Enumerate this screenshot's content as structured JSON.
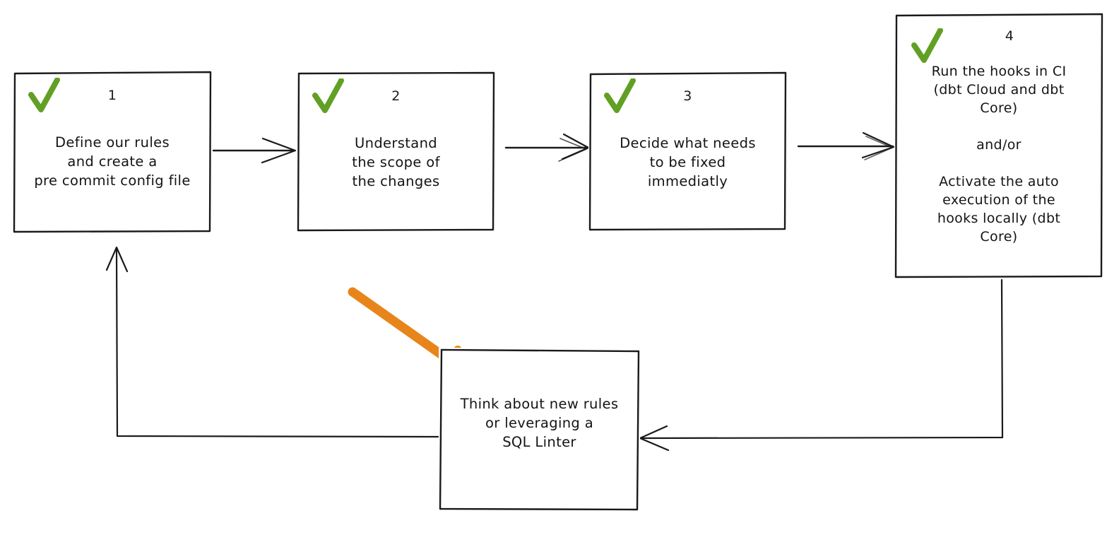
{
  "diagram": {
    "title": "pre-commit hooks adoption workflow",
    "style": "hand-drawn whiteboard flowchart",
    "background_color": "#ffffff",
    "stroke_color": "#1a1a1a",
    "check_color": "#61A024",
    "highlight_color": "#E8851A"
  },
  "nodes": [
    {
      "id": "node-1",
      "step": "1",
      "check": "check-mark",
      "text": "Define our rules\nand create a\npre commit config file"
    },
    {
      "id": "node-2",
      "step": "2",
      "check": "check-mark",
      "text": "Understand\nthe scope of\nthe changes"
    },
    {
      "id": "node-3",
      "step": "3",
      "check": "check-mark",
      "text": "Decide what needs\nto be fixed\nimmediatly"
    },
    {
      "id": "node-4",
      "step": "4",
      "check": "check-mark",
      "text": "Run the hooks in CI\n(dbt Cloud and dbt\nCore)\n\nand/or\n\nActivate the auto\nexecution of the\nhooks locally (dbt\nCore)"
    },
    {
      "id": "node-5",
      "step": "",
      "check": "",
      "text": "Think about new rules\nor leveraging a\nSQL Linter"
    }
  ],
  "connectors": [
    {
      "name": "arrow-step1-to-step2",
      "from": "node-1",
      "to": "node-2",
      "direction": "right"
    },
    {
      "name": "arrow-step2-to-step3",
      "from": "node-2",
      "to": "node-3",
      "direction": "right"
    },
    {
      "name": "arrow-step3-to-step4",
      "from": "node-3",
      "to": "node-4",
      "direction": "right"
    },
    {
      "name": "arrow-step4-to-review",
      "from": "node-4",
      "to": "node-5",
      "direction": "down-left"
    },
    {
      "name": "arrow-review-to-step1",
      "from": "node-5",
      "to": "node-1",
      "direction": "left-up"
    }
  ],
  "annotations": [
    {
      "name": "orange-highlight-arrow",
      "color": "#E8851A",
      "points_to": "node-5",
      "description": "thick orange marker arrow pointing down-right at the review box"
    }
  ]
}
